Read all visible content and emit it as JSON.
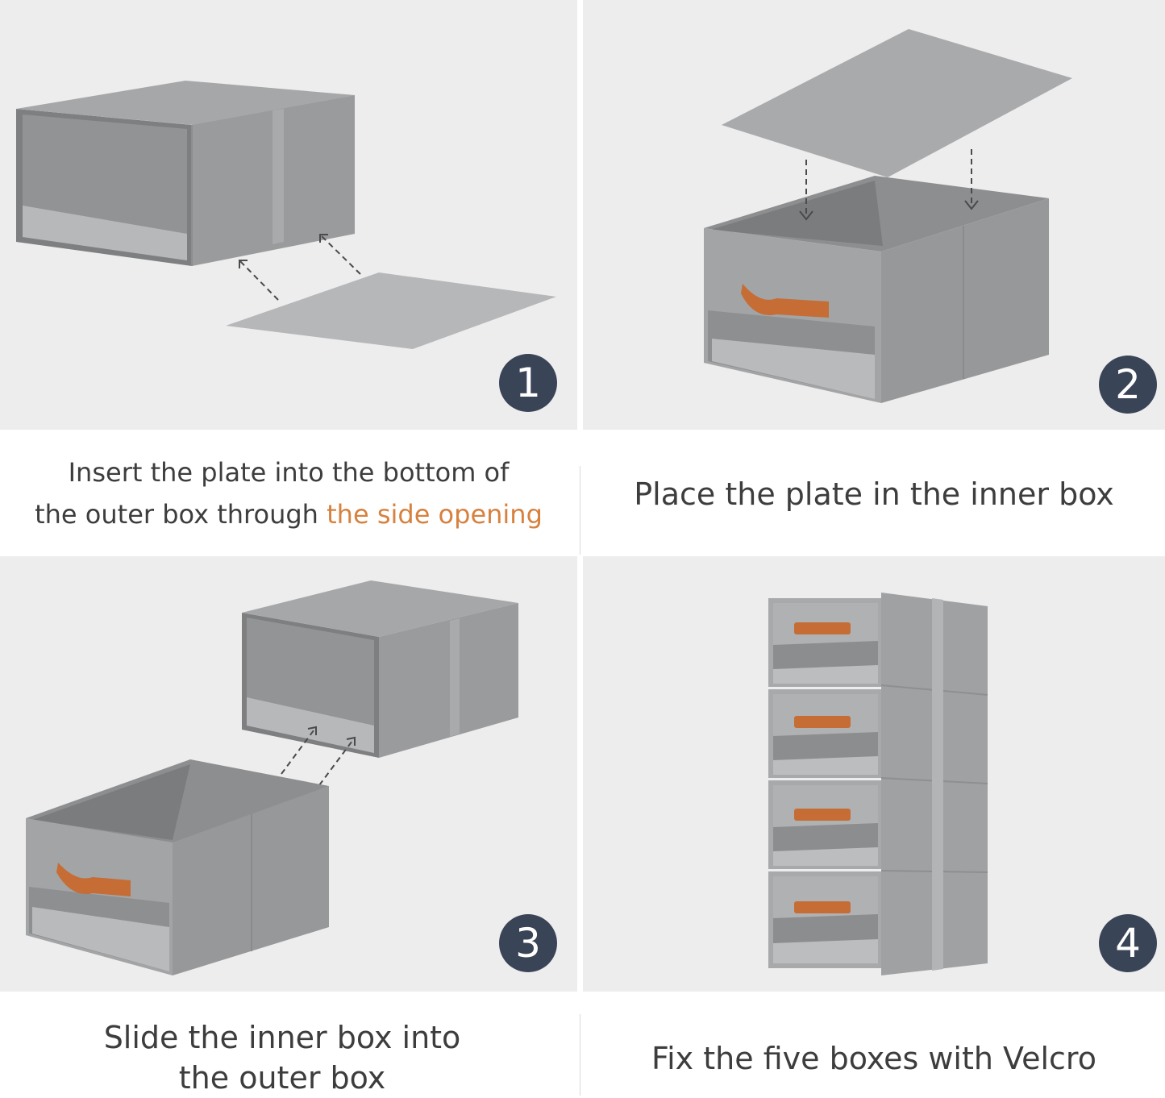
{
  "steps": [
    {
      "number": "1",
      "caption_line1": "Insert the plate into the bottom of",
      "caption_line2_plain": "the outer box through ",
      "caption_line2_highlight": "the side opening"
    },
    {
      "number": "2",
      "caption": "Place the plate in the inner box"
    },
    {
      "number": "3",
      "caption_line1": "Slide the inner box into",
      "caption_line2": "the outer box"
    },
    {
      "number": "4",
      "caption": "Fix the five boxes with Velcro"
    }
  ],
  "colors": {
    "panel_bg": "#ededee",
    "badge": "#3a4457",
    "highlight": "#d7813f",
    "handle": "#c56d35",
    "box": "#8a8b8d"
  }
}
